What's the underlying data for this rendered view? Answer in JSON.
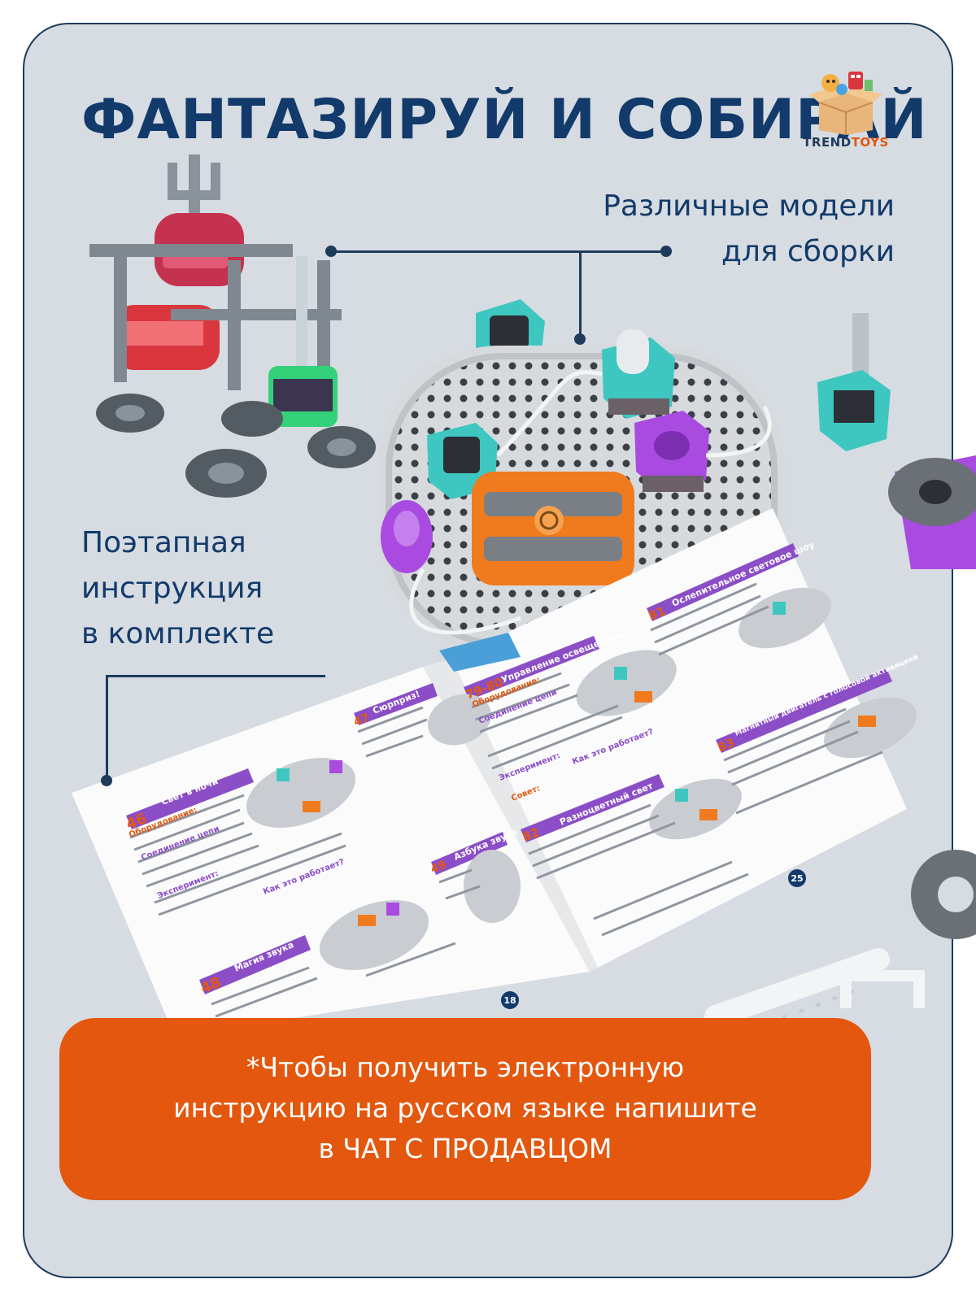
{
  "title": "ФАНТАЗИРУЙ И СОБИРАЙ",
  "logo": {
    "icon": "toy-box-icon",
    "text_part1": "TREND",
    "text_part2": "TOYS",
    "colors": {
      "part1": "#1f3b5c",
      "part2": "#e3570f"
    }
  },
  "callouts": {
    "models": {
      "line1": "Различные модели",
      "line2": "для сборки"
    },
    "instructions": {
      "line1": "Поэтапная",
      "line2": "инструкция",
      "line3": "в комплекте"
    }
  },
  "booklet": {
    "left_page": {
      "section_46": {
        "number": "46",
        "heading": "Свет в ночи"
      },
      "section_47": {
        "number": "47",
        "heading": "Сюрприз!"
      },
      "section_48": {
        "number": "48",
        "heading": "Магия звука"
      },
      "section_49": {
        "number": "49",
        "heading": "Азбука звука"
      },
      "labels": {
        "equipment": "Оборудование:",
        "connection": "Соединение цепи",
        "experiment": "Эксперимент:",
        "how": "Как это работает?"
      },
      "page_number": "18"
    },
    "right_page": {
      "section_79": {
        "number": "79-80",
        "heading": "Управление освещением"
      },
      "section_81": {
        "number": "81",
        "heading": "Ослепительное световое шоу"
      },
      "section_82": {
        "number": "82",
        "heading": "Разноцветный свет"
      },
      "section_83": {
        "number": "83",
        "heading": "Магнитный двигатель с голосовой активацией"
      },
      "labels": {
        "equipment": "Оборудование:",
        "connection": "Соединение цепи",
        "experiment": "Эксперимент:",
        "how": "Как это работает?",
        "tip": "Совет:"
      },
      "page_number": "25"
    }
  },
  "banner": {
    "line1": "*Чтобы получить электронную",
    "line2": "инструкцию на русском языке напишите",
    "line3": "в ЧАТ С ПРОДАВЦОМ"
  },
  "colors": {
    "background": "#d6dce1",
    "title": "#123a6b",
    "banner": "#e3570f",
    "accent_teal": "#3ec7c0",
    "accent_purple": "#9b4fd0",
    "accent_orange": "#f07a1e"
  }
}
